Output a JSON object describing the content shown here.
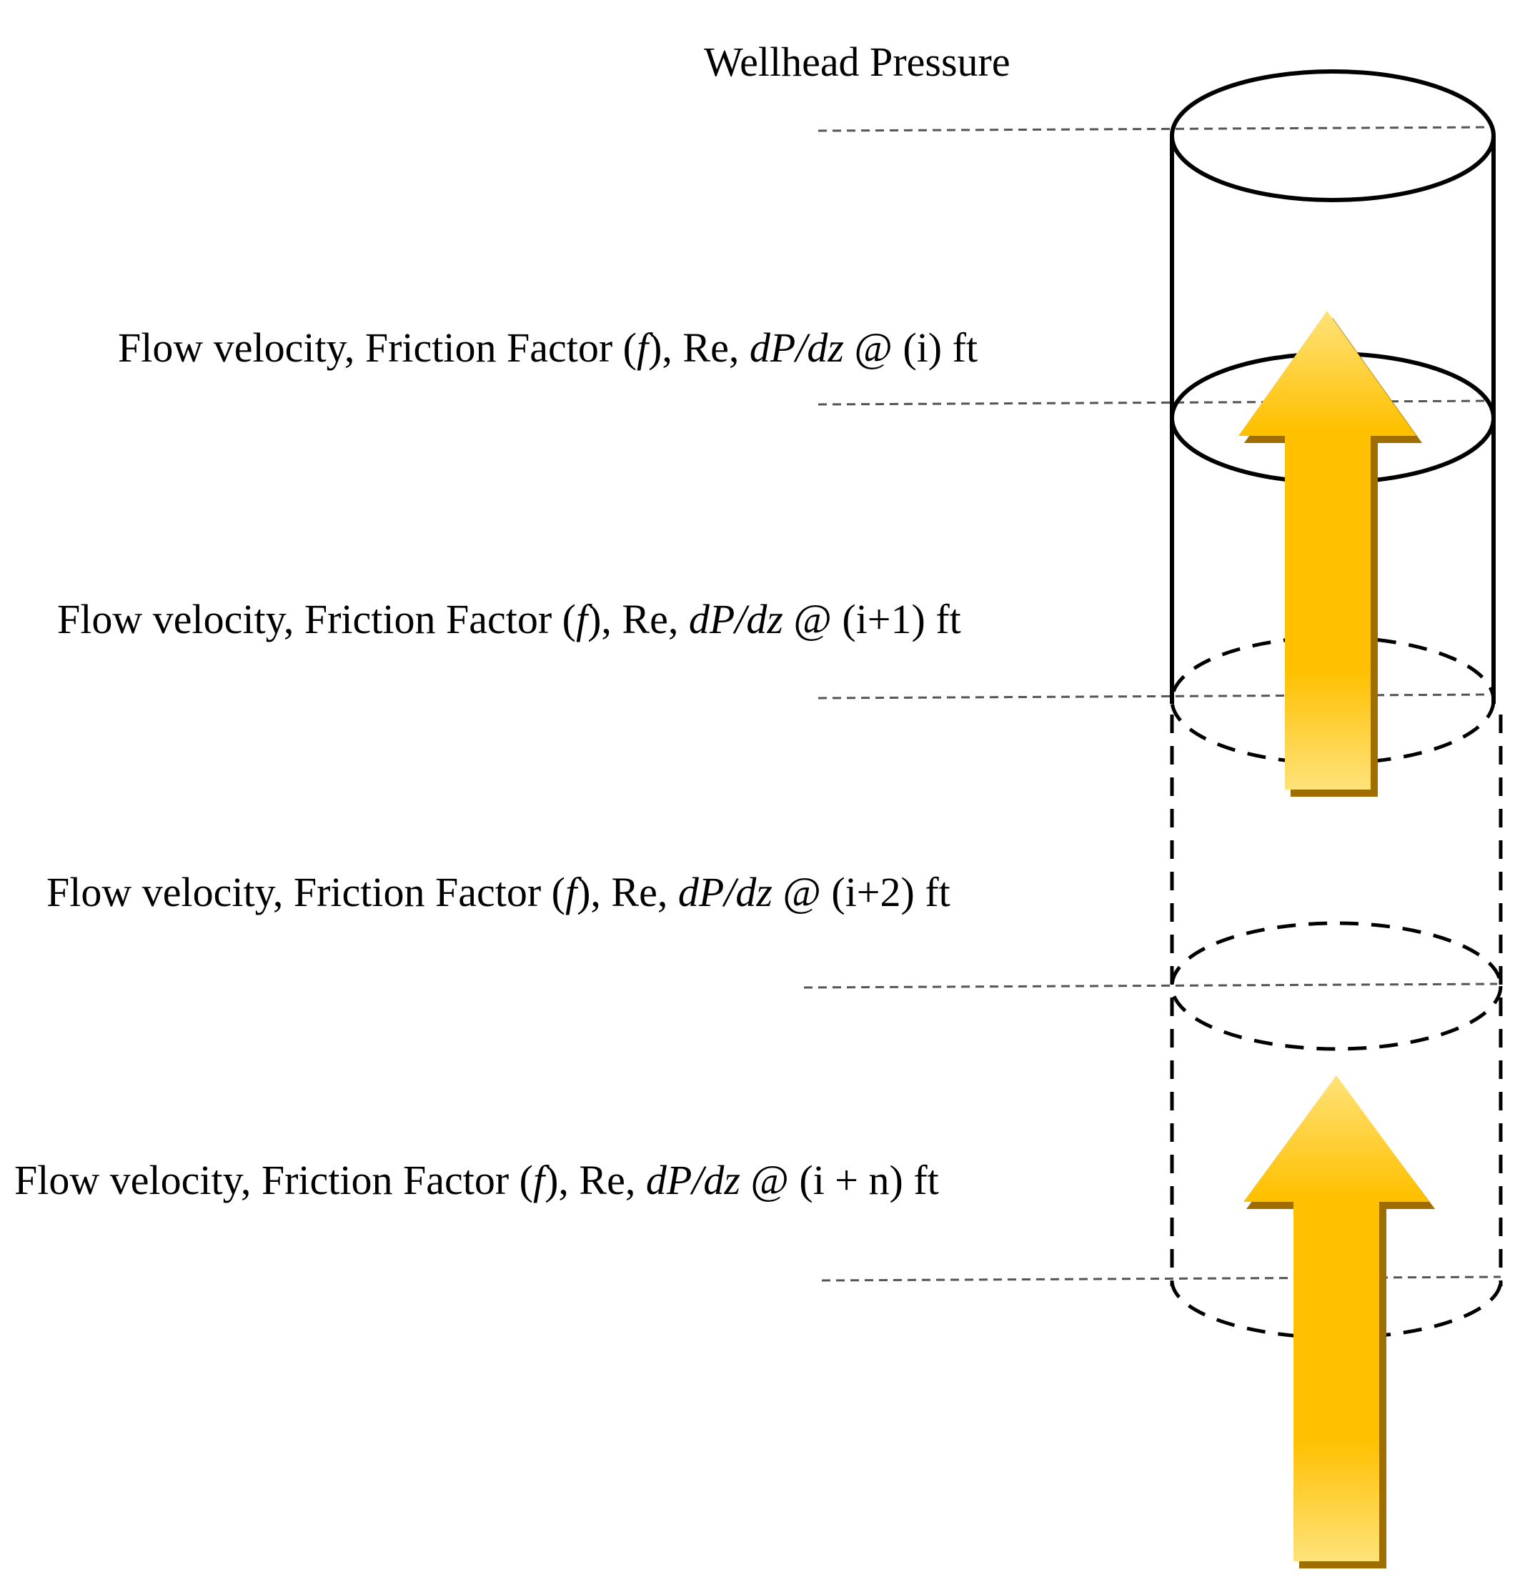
{
  "title": "Wellhead Pressure",
  "colors": {
    "arrow_light": "#FFE27A",
    "arrow_mid": "#FFC000",
    "arrow_shadow": "#A06E00",
    "line": "#000000",
    "guide": "#555555"
  },
  "sections": [
    {
      "prefix": "Flow velocity, Friction Factor (",
      "var": "f",
      "middle": "), Re, ",
      "grad": "dP/dz",
      "suffix": " @ (i) ft"
    },
    {
      "prefix": "Flow velocity, Friction Factor (",
      "var": "f",
      "middle": "), Re, ",
      "grad": "dP/dz",
      "suffix": " @ (i+1) ft"
    },
    {
      "prefix": "Flow velocity, Friction Factor (",
      "var": "f",
      "middle": "), Re, ",
      "grad": "dP/dz",
      "suffix": " @ (i+2) ft"
    },
    {
      "prefix": "Flow velocity, Friction Factor (",
      "var": "f",
      "middle": "), Re, ",
      "grad": "dP/dz",
      "suffix": " @ (i + n) ft"
    }
  ],
  "icons": [
    "wellbore-cylinder",
    "upward-flow-arrow"
  ]
}
